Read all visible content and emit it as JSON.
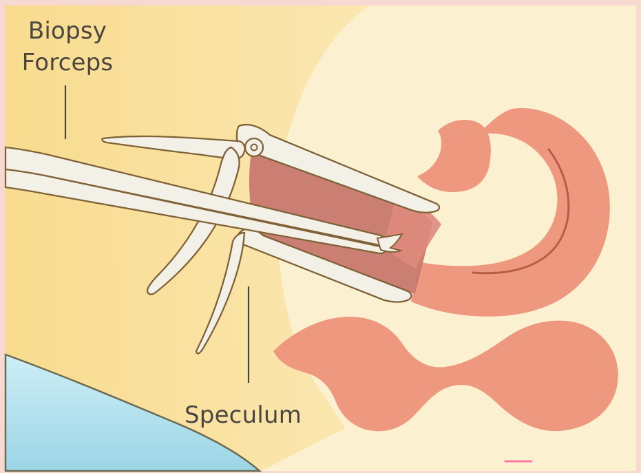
{
  "labels": {
    "biopsy_forceps_line1": "Biopsy",
    "biopsy_forceps_line2": "Forceps",
    "speculum": "Speculum"
  },
  "colors": {
    "frame": "#f7d9d1",
    "body_fill": "#fbf0cf",
    "skin_fill": "#f8df9a",
    "organ_fill": "#ee987f",
    "vaginal_canal_fill": "#c97a6e",
    "instrument_fill": "#f3f0e7",
    "instrument_outline": "#7f6238",
    "blue_fill": "#b8e4f0",
    "label_text": "#4a463f"
  },
  "icons": {
    "forceps": "biopsy-forceps-icon",
    "speculum": "speculum-icon"
  }
}
